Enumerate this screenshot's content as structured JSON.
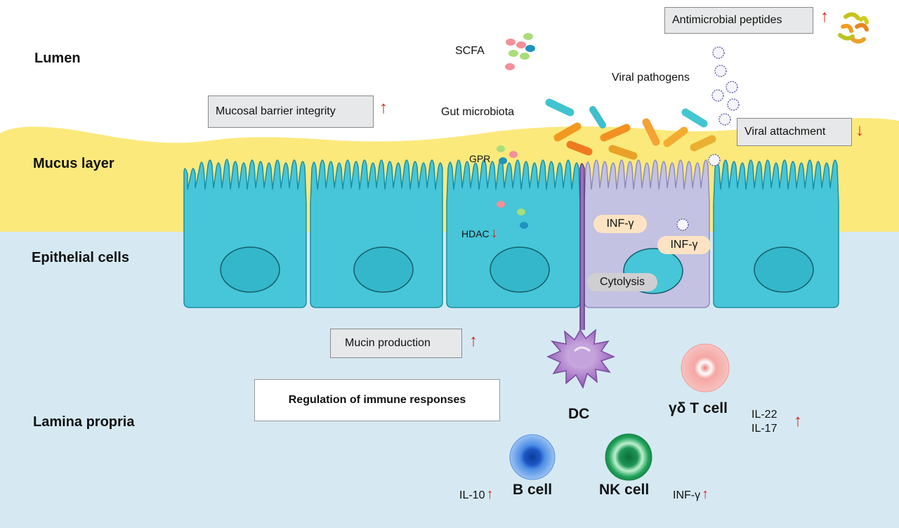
{
  "regions": {
    "lumen": "Lumen",
    "mucus": "Mucus layer",
    "epithelial": "Epithelial cells",
    "lamina": "Lamina propria"
  },
  "labels": {
    "scfa": "SCFA",
    "viral_pathogens": "Viral pathogens",
    "gut_microbiota": "Gut microbiota",
    "gpr": "GPR",
    "hdac": "HDAC"
  },
  "boxes": {
    "antimicrobial": "Antimicrobial peptides",
    "mucosal_barrier": "Mucosal barrier integrity",
    "viral_attachment": "Viral attachment",
    "mucin": "Mucin production",
    "regulation": "Regulation of immune responses"
  },
  "pills": {
    "inf1": "INF-γ",
    "inf2": "INF-γ",
    "cytolysis": "Cytolysis"
  },
  "cells": {
    "dc": "DC",
    "gd_t": "γδ T cell",
    "b": "B cell",
    "nk": "NK cell"
  },
  "cytokines": {
    "il22": "IL-22",
    "il17": "IL-17",
    "il10": "IL-10",
    "inf": "INF-γ"
  },
  "arrows": {
    "up": "↑",
    "down": "↓"
  },
  "colors": {
    "lumen": "#ffffff",
    "mucus": "#fbe97c",
    "lamina": "#d6e9f3",
    "epithelium": "#46c6d8",
    "infected_cell": "#c4c2e2",
    "arrow_red": "#d8261e",
    "dc": "#a97bc7",
    "b_cell": "#2d6ed3",
    "nk_cell": "#1e9a52",
    "gd_t_cell": "#f4a3a0"
  }
}
